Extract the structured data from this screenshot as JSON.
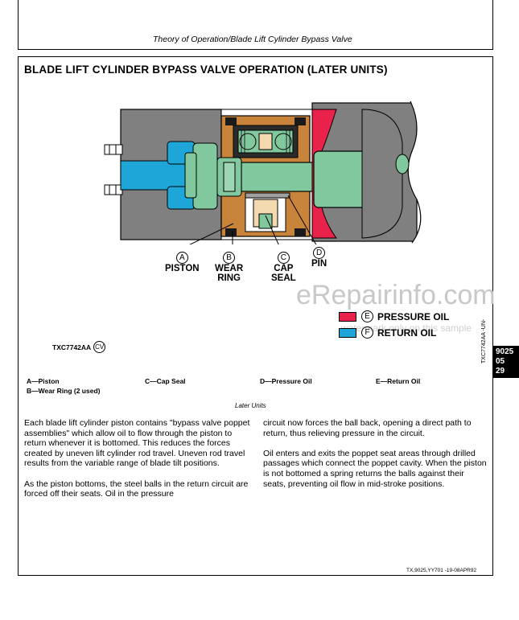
{
  "header": {
    "title": "Theory of Operation/Blade Lift Cylinder Bypass Valve"
  },
  "section": {
    "title": "BLADE LIFT CYLINDER BYPASS VALVE OPERATION (LATER UNITS)"
  },
  "callouts": [
    {
      "letter": "A",
      "label": "PISTON"
    },
    {
      "letter": "B",
      "label": "WEAR\nRING"
    },
    {
      "letter": "C",
      "label": "CAP\nSEAL"
    },
    {
      "letter": "D",
      "label": "PIN"
    }
  ],
  "legend": [
    {
      "letter": "E",
      "label": "PRESSURE OIL",
      "color": "#e8224a"
    },
    {
      "letter": "F",
      "label": "RETURN OIL",
      "color": "#1fa6d8"
    }
  ],
  "watermark": {
    "main": "eRepairinfo.com",
    "sub": "watermark only on this sample"
  },
  "figure": {
    "code": "TXC7742AA",
    "badge": "CV",
    "side_code": "TXC7742AA -UN-"
  },
  "page_tab": {
    "line1": "9025",
    "line2": "05",
    "line3": "29"
  },
  "key": {
    "a": "A—Piston",
    "b": "B—Wear Ring (2 used)",
    "c": "C—Cap Seal",
    "d": "D—Pressure Oil",
    "e": "E—Return Oil"
  },
  "caption": "Later Units",
  "body": {
    "left_p1": "Each blade lift cylinder piston contains \"bypass valve poppet assemblies\" which allow oil to flow through the piston to return whenever it is bottomed. This reduces the forces created by uneven lift cylinder rod travel. Uneven rod travel results from the variable range of blade tilt positions.",
    "left_p2": "As the piston bottoms, the steel balls in the return circuit are forced off their seats. Oil in the pressure",
    "right_p1": "circuit now forces the ball back, opening a direct path to return, thus relieving pressure in the circuit.",
    "right_p2": "Oil enters and exits the poppet seat areas through drilled passages which connect the poppet cavity. When the piston is not bottomed a spring returns the balls against their seats, preventing oil flow in mid-stroke positions."
  },
  "footer": {
    "code": "TX,9025,YY701   -19-08APR92"
  },
  "colors": {
    "housing_gray": "#808080",
    "piston_brown": "#c8843a",
    "rod_green": "#82c89e",
    "pressure_red": "#e8224a",
    "return_blue": "#1fa6d8"
  }
}
